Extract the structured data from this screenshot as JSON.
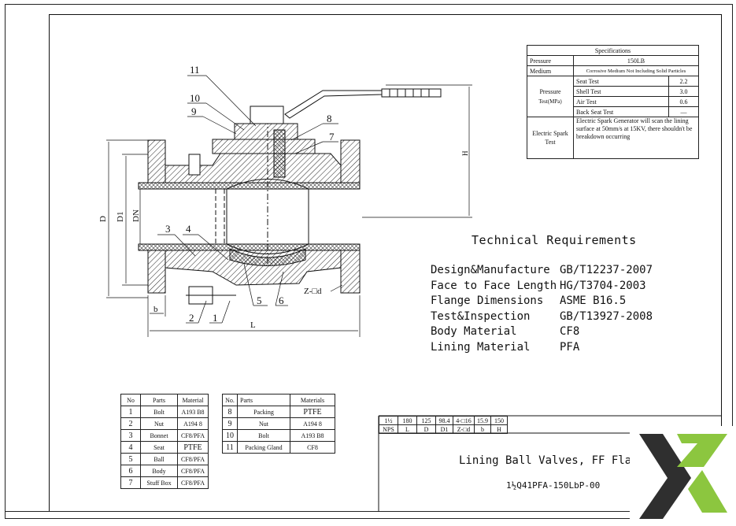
{
  "specifications": {
    "title": "Specifications",
    "pressure_label": "Pressure",
    "pressure_value": "150LB",
    "medium_label": "Medium",
    "medium_value": "Corrosive Medium Not Including Solid Particles",
    "pressure_test_label": "Pressure",
    "pressure_test_label2": "Test(MPa)",
    "tests": [
      {
        "name": "Seat Test",
        "value": "2.2"
      },
      {
        "name": "Shell Test",
        "value": "3.0"
      },
      {
        "name": "Air Test",
        "value": "0.6"
      },
      {
        "name": "Back Seat Test",
        "value": "—"
      }
    ],
    "spark_label": "Electric Spark Test",
    "spark_text": "Electric Spark Generator will scan the lining surface at 50mm/s at 15KV, there shouldn't be breakdown occurring"
  },
  "technical": {
    "title": "Technical Requirements",
    "rows": [
      {
        "key": "Design&Manufacture",
        "value": "GB/T12237-2007"
      },
      {
        "key": "Face to Face Length",
        "value": "HG/T3704-2003"
      },
      {
        "key": "Flange Dimensions",
        "value": "ASME B16.5"
      },
      {
        "key": "Test&Inspection",
        "value": "GB/T13927-2008"
      },
      {
        "key": "Body Material",
        "value": "CF8"
      },
      {
        "key": "Lining Material",
        "value": "PFA"
      }
    ]
  },
  "parts_left": {
    "headers": [
      "No",
      "Parts",
      "Material"
    ],
    "rows": [
      [
        "1",
        "Bolt",
        "A193 B8"
      ],
      [
        "2",
        "Nut",
        "A194 8"
      ],
      [
        "3",
        "Bonnet",
        "CF8/PFA"
      ],
      [
        "4",
        "Seat",
        "PTFE"
      ],
      [
        "5",
        "Ball",
        "CF8/PFA"
      ],
      [
        "6",
        "Body",
        "CF8/PFA"
      ],
      [
        "7",
        "Stuff Box",
        "CF8/PFA"
      ]
    ]
  },
  "parts_right": {
    "headers": [
      "No.",
      "Parts",
      "Materials"
    ],
    "rows": [
      [
        "8",
        "Packing",
        "PTFE"
      ],
      [
        "9",
        "Nut",
        "A194 8"
      ],
      [
        "10",
        "Bolt",
        "A193 B8"
      ],
      [
        "11",
        "Packing Gland",
        "CF8"
      ]
    ]
  },
  "dimensions": {
    "values": [
      "1½",
      "180",
      "125",
      "98.4",
      "4-□16",
      "15.9",
      "150"
    ],
    "headers": [
      "NPS",
      "L",
      "D",
      "D1",
      "Z-□d",
      "b",
      "H"
    ]
  },
  "drawing_labels": {
    "callouts": [
      "11",
      "10",
      "9",
      "8",
      "7",
      "3",
      "4",
      "2",
      "1",
      "5",
      "6"
    ],
    "dims": {
      "D": "D",
      "D1": "D1",
      "DN": "DN",
      "H": "H",
      "L": "L",
      "b": "b",
      "Zd": "Z-□d"
    }
  },
  "title_block": {
    "product_title": "Lining Ball Valves, FF Flang",
    "product_code": "1½Q41PFA-150LbP-00"
  },
  "colors": {
    "logo_dark": "#2f2f2f",
    "logo_green": "#8cc63f",
    "line": "#111111"
  }
}
